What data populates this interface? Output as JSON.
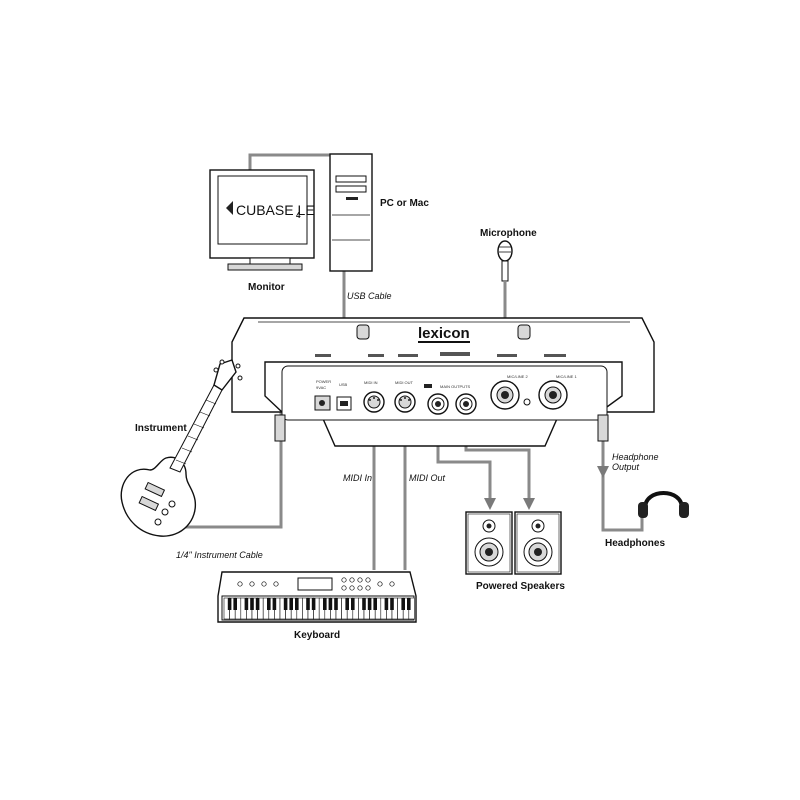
{
  "labels": {
    "pc_or_mac": "PC or Mac",
    "monitor": "Monitor",
    "usb_cable": "USB Cable",
    "microphone": "Microphone",
    "instrument": "Instrument",
    "midi_in": "MIDI In",
    "midi_out": "MIDI Out",
    "instrument_cable": "1/4\" Instrument Cable",
    "headphone_output": "Headphone Output",
    "headphones": "Headphones",
    "powered_speakers": "Powered Speakers",
    "keyboard": "Keyboard"
  },
  "screen": {
    "software": "CUBASE LE",
    "version": "4"
  },
  "device": {
    "brand": "lexicon",
    "panel": {
      "power": "POWER",
      "power_spec": "9VAC",
      "usb": "USB",
      "midi_in": "MIDI IN",
      "midi_out": "MIDI OUT",
      "main_outputs": "MAIN OUTPUTS",
      "mic_line_2": "MIC/LINE 2",
      "mic_line_1": "MIC/LINE 1"
    }
  },
  "colors": {
    "cable": "#8a8a8a",
    "ink": "#111111",
    "fill": "#ffffff"
  }
}
